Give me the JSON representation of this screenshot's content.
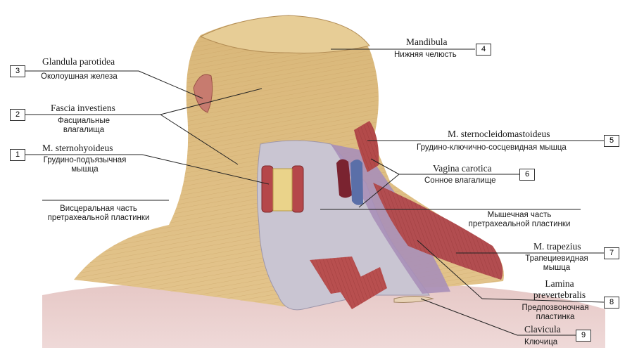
{
  "labels": {
    "l1": {
      "num": "1",
      "latin": "M. sternohyoideus",
      "russian": "Грудино-подъязычная",
      "russian2": "мышца"
    },
    "l2": {
      "num": "2",
      "latin": "Fascia investiens",
      "russian": "Фасциальные",
      "russian2": "влагалища"
    },
    "l3": {
      "num": "3",
      "latin": "Glandula parotidea",
      "russian": "Околоушная железа"
    },
    "l4": {
      "num": "4",
      "latin": "Mandibula",
      "russian": "Нижняя челюсть"
    },
    "l5": {
      "num": "5",
      "latin": "M. sternocleidomastoideus",
      "russian": "Грудино-ключично-сосцевидная мышца"
    },
    "l6": {
      "num": "6",
      "latin": "Vagina carotica",
      "russian": "Сонное влагалище"
    },
    "l7": {
      "num": "7",
      "latin": "M. trapezius",
      "russian": "Трапециевидная",
      "russian2": "мышца"
    },
    "l8": {
      "num": "8",
      "latin": "Lamina",
      "latin2": "prevertebralis",
      "russian": "Предпозвоночная",
      "russian2": "пластинка"
    },
    "l9": {
      "num": "9",
      "latin": "Clavicula",
      "russian": "Ключица"
    },
    "visceral": {
      "line1": "Висцеральная часть",
      "line2": "претрахеальной пластинки"
    },
    "muscular": {
      "line1": "Мышечная часть",
      "line2": "претрахеальной пластинки"
    }
  }
}
